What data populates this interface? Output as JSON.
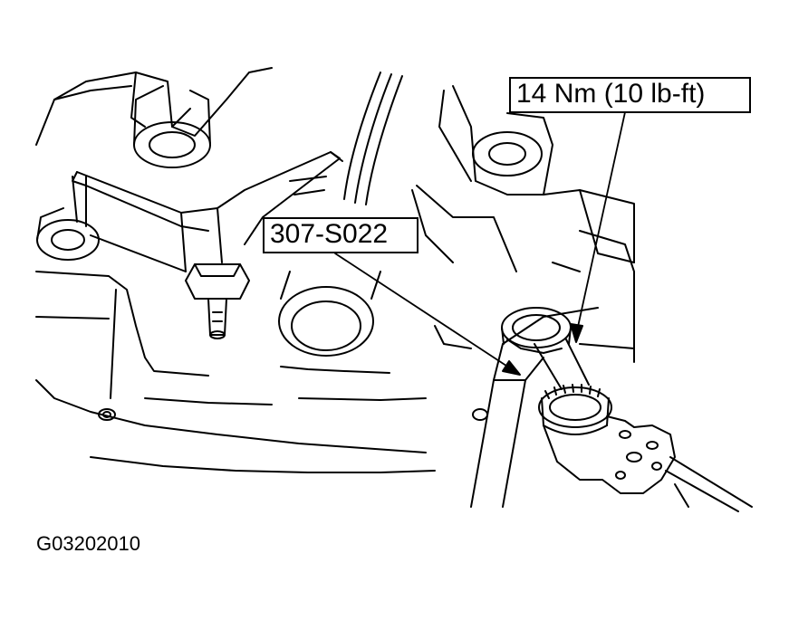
{
  "labels": {
    "torque": "14 Nm (10 lb-ft)",
    "tool": "307-S022"
  },
  "figure_id": "G03202010",
  "colors": {
    "line": "#000000",
    "background": "#ffffff"
  }
}
